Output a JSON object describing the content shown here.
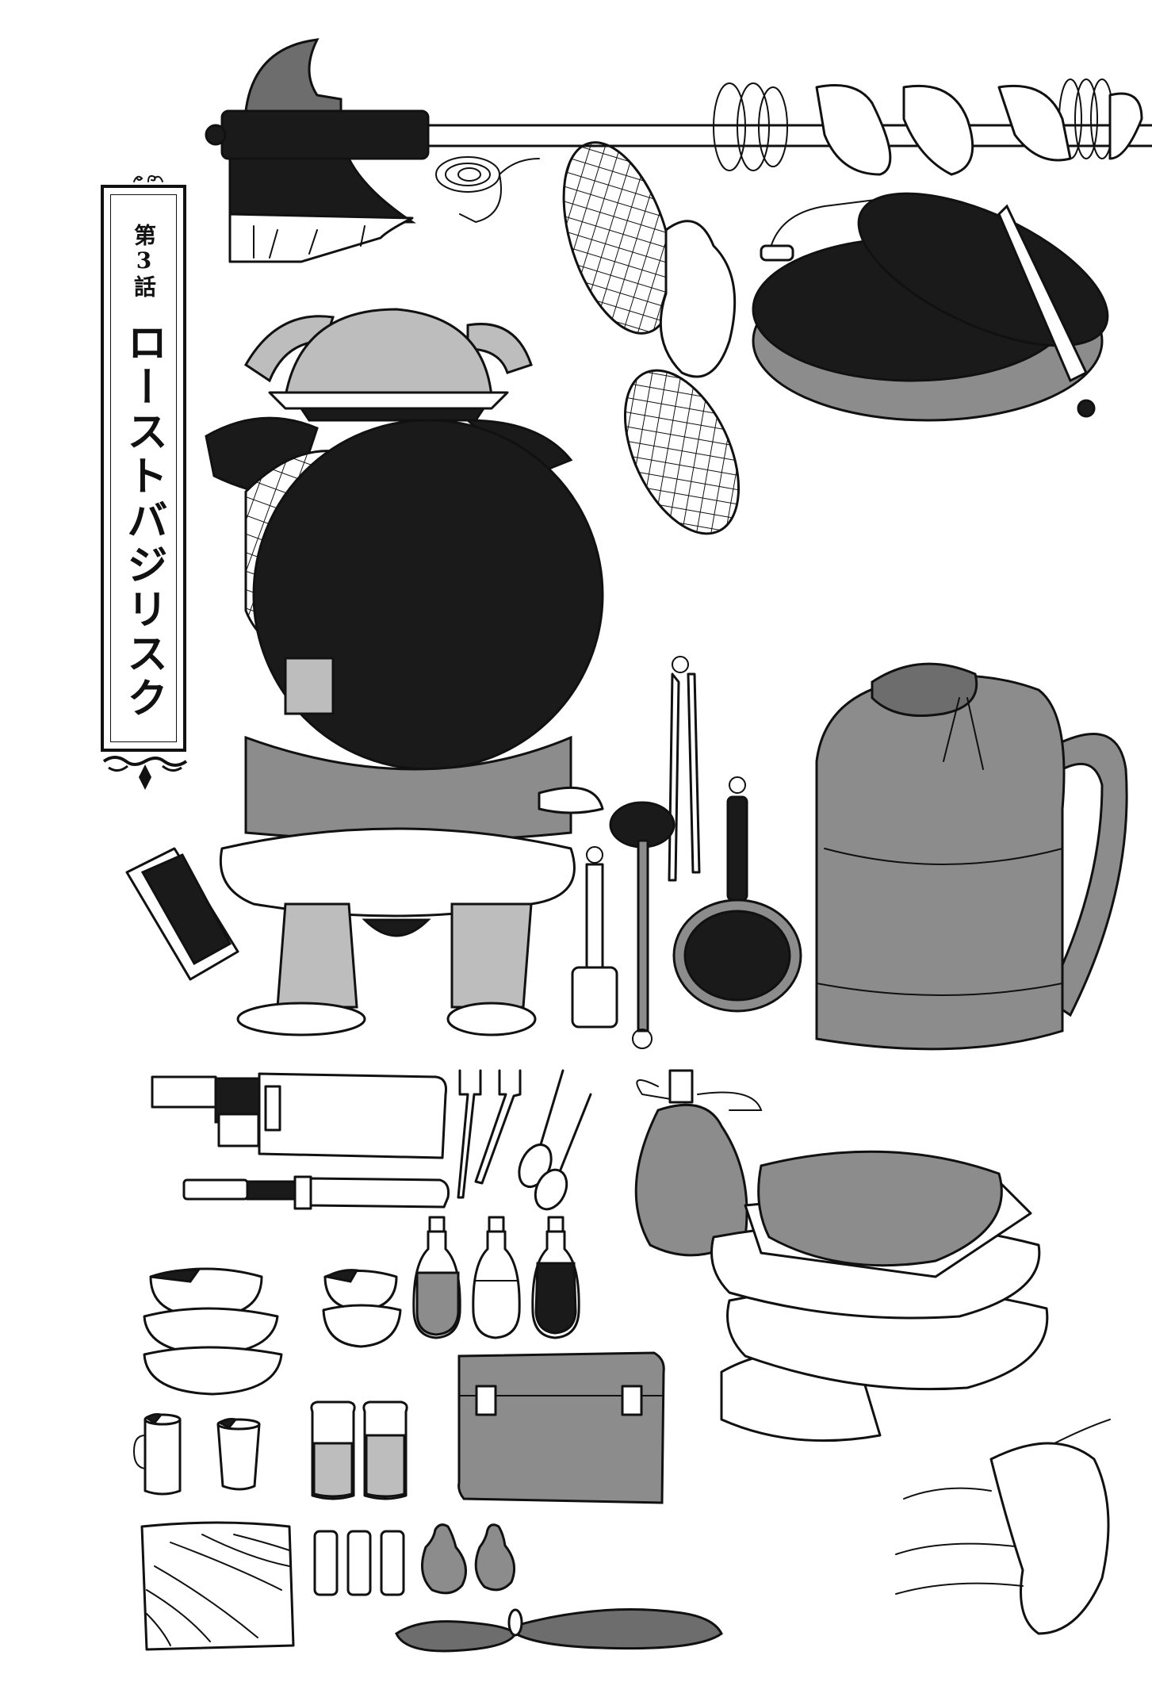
{
  "title_panel": {
    "chapter_label": "第3話",
    "chapter_title": "ローストバジリスク"
  },
  "illustration": {
    "subject": "dwarf-seen-from-behind-with-camping-cooking-gear",
    "items": [
      "battle-axe",
      "coiled-rope",
      "mesh-net-bags",
      "skewer-with-cloth-and-rings",
      "lidded-pot",
      "dwarf-character",
      "whetstone",
      "tongs",
      "ladle",
      "wooden-spatula",
      "frying-pan",
      "backpack",
      "cleaver",
      "kitchen-knife",
      "forks",
      "spoons",
      "water-flask",
      "oil-bottles",
      "bowls",
      "folded-clothes",
      "mug",
      "cup",
      "spice-jars",
      "tool-case",
      "cutting-board",
      "small-jars",
      "pouches",
      "sausage-bag",
      "cloth-scraps"
    ]
  },
  "colors": {
    "ink": "#111111",
    "paper": "#ffffff",
    "screentone_dark": "#1a1a1a",
    "screentone_mid": "#6d6d6d",
    "screentone_light": "#bdbdbd"
  }
}
